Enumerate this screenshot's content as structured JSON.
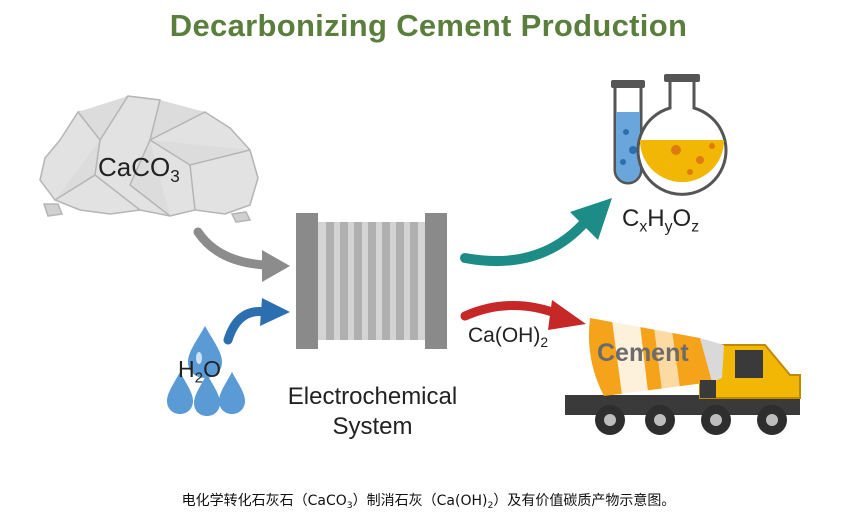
{
  "title": "Decarbonizing Cement Production",
  "labels": {
    "caco3": {
      "main": "CaCO",
      "sub": "3"
    },
    "h2o": {
      "pre": "H",
      "sub": "2",
      "post": "O"
    },
    "system": {
      "line1": "Electrochemical",
      "line2": "System"
    },
    "cxhyoz": {
      "c": "C",
      "x": "x",
      "h": "H",
      "y": "y",
      "o": "O",
      "z": "z"
    },
    "caoh2": {
      "main": "Ca(OH)",
      "sub": "2"
    },
    "cement": "Cement"
  },
  "caption": {
    "part1": "电化学转化石灰石（CaCO",
    "sub1": "3",
    "part2": "）制消石灰（Ca(OH)",
    "sub2": "2",
    "part3": "）及有价值碳质产物示意图。"
  },
  "colors": {
    "title": "#5a7f3c",
    "rock": "#d9d9d9",
    "arrow_gray": "#8c8c8c",
    "arrow_blue": "#2b6fb0",
    "arrow_teal": "#1e8c86",
    "arrow_red": "#c62828",
    "water": "#5b9bd5",
    "truck_yellow": "#f2b705",
    "drum_orange": "#f5a31a"
  }
}
